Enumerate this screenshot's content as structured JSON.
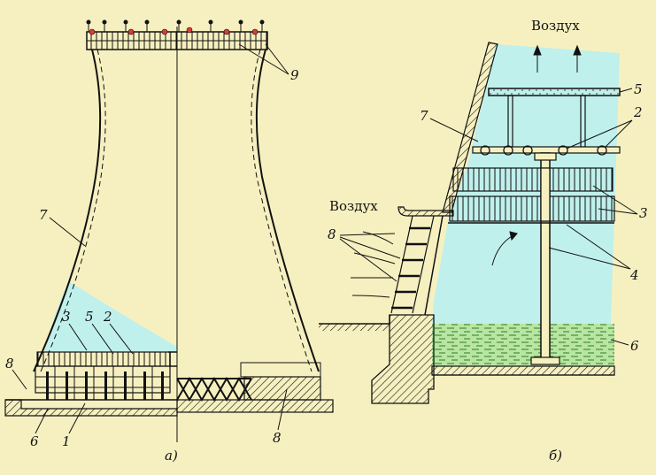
{
  "left_view": {
    "caption": "а)",
    "labels": {
      "n1": "1",
      "n2": "2",
      "n3": "3",
      "n5": "5",
      "n6": "6",
      "n7": "7",
      "n8_left": "8",
      "n8_right": "8",
      "n9": "9"
    }
  },
  "right_view": {
    "caption": "б)",
    "air_top": "Воздух",
    "air_side": "Воздух",
    "labels": {
      "n2": "2",
      "n3": "3",
      "n4": "4",
      "n5": "5",
      "n6": "6",
      "n7": "7",
      "n8": "8"
    }
  },
  "colors": {
    "background": "#f6f0c0",
    "air_fill": "#bff0ec",
    "water_fill": "#b8e6a0",
    "ink": "#111111",
    "heater_red": "#e03a3a"
  }
}
